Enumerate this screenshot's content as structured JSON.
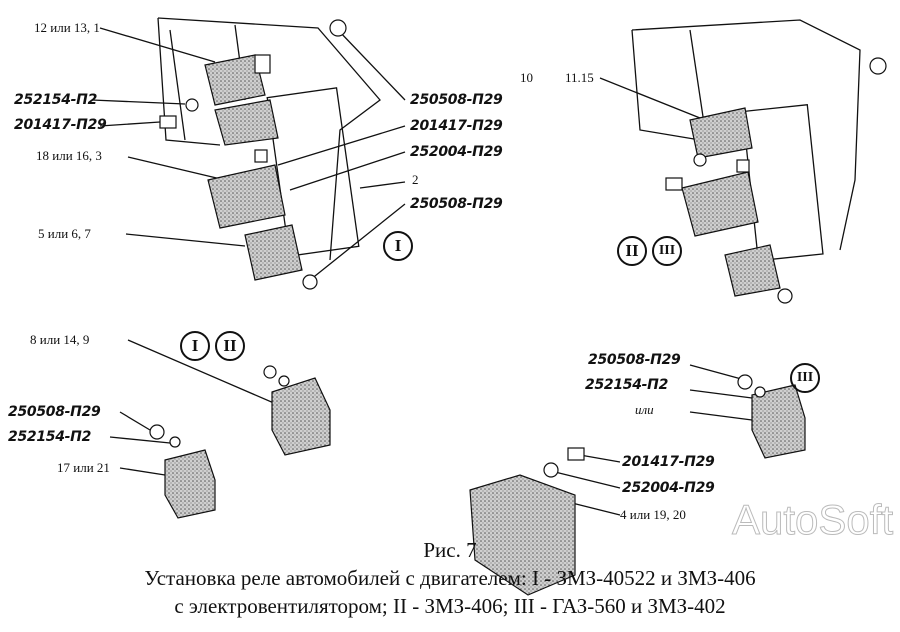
{
  "labels": {
    "tl_ref1": "12 или 13, 1",
    "tl_p1": "252154-П2",
    "tl_p2": "201417-П29",
    "tl_ref2": "18 или 16, 3",
    "tl_ref3": "5 или 6, 7",
    "tr_p1": "250508-П29",
    "tr_p2": "201417-П29",
    "tr_p3": "252004-П29",
    "tr_ref2": "2",
    "tr_p4": "250508-П29",
    "r_ref10": "10",
    "r_ref11": "11.15",
    "ml_ref": "8 или 14, 9",
    "ml_p1": "250508-П29",
    "ml_p2": "252154-П2",
    "ml_ref2": "17 или 21",
    "br_p1": "250508-П29",
    "br_p2": "252154-П2",
    "br_or": "или",
    "br_p3": "201417-П29",
    "br_p4": "252004-П29",
    "br_ref": "4 или 19, 20"
  },
  "markers": {
    "I": "I",
    "II": "II",
    "III": "III"
  },
  "watermark": "AutoSoft",
  "caption": {
    "fig": "Рис. 7",
    "line1": "Установка реле автомобилей с двигателем: I - ЗМЗ-40522 и ЗМЗ-406",
    "line2": "с электровентилятором; II - ЗМЗ-406; III - ГАЗ-560 и ЗМЗ-402"
  }
}
